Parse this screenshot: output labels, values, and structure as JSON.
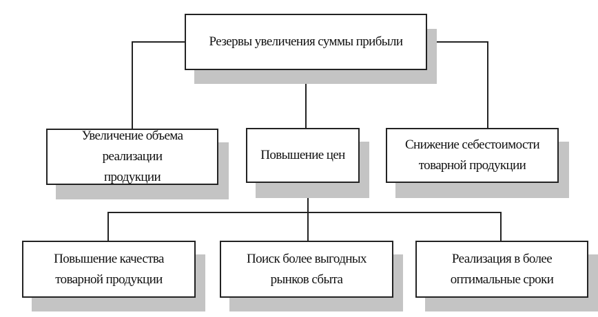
{
  "root": {
    "label": "Резервы увеличения суммы прибыли"
  },
  "level1": [
    {
      "label": "Увеличение объема реализации продукции"
    },
    {
      "label": "Повышение цен"
    },
    {
      "label": "Снижение себестоимости товарной продукции"
    }
  ],
  "level2": [
    {
      "label": "Повышение качества товарной продукции"
    },
    {
      "label": "Поиск более выгодных рынков сбыта"
    },
    {
      "label": "Реализация в более оптимальные сроки"
    }
  ]
}
